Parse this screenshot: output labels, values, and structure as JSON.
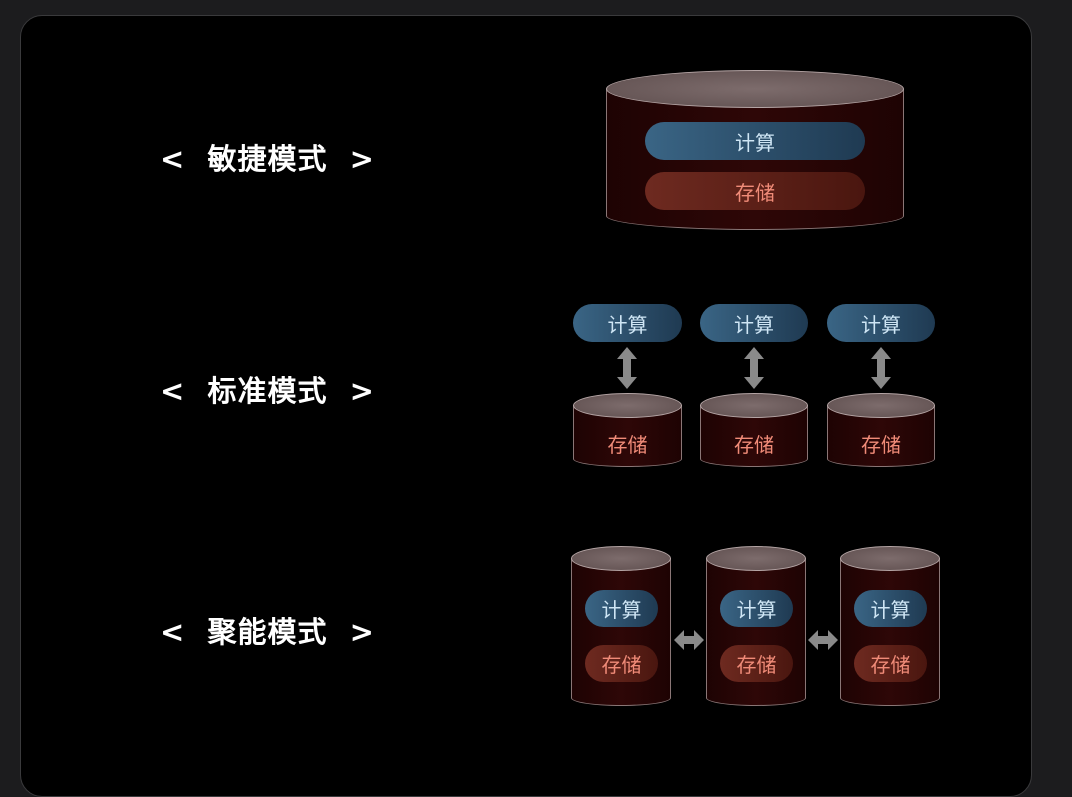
{
  "modes": [
    {
      "label": "<  敏捷模式  >"
    },
    {
      "label": "<  标准模式  >"
    },
    {
      "label": "<  聚能模式  >"
    }
  ],
  "compute_label": "计算",
  "storage_label": "存储",
  "colors": {
    "compute": "#2f5575",
    "storage": "#5e2118",
    "cylinder": "#2a0606"
  }
}
